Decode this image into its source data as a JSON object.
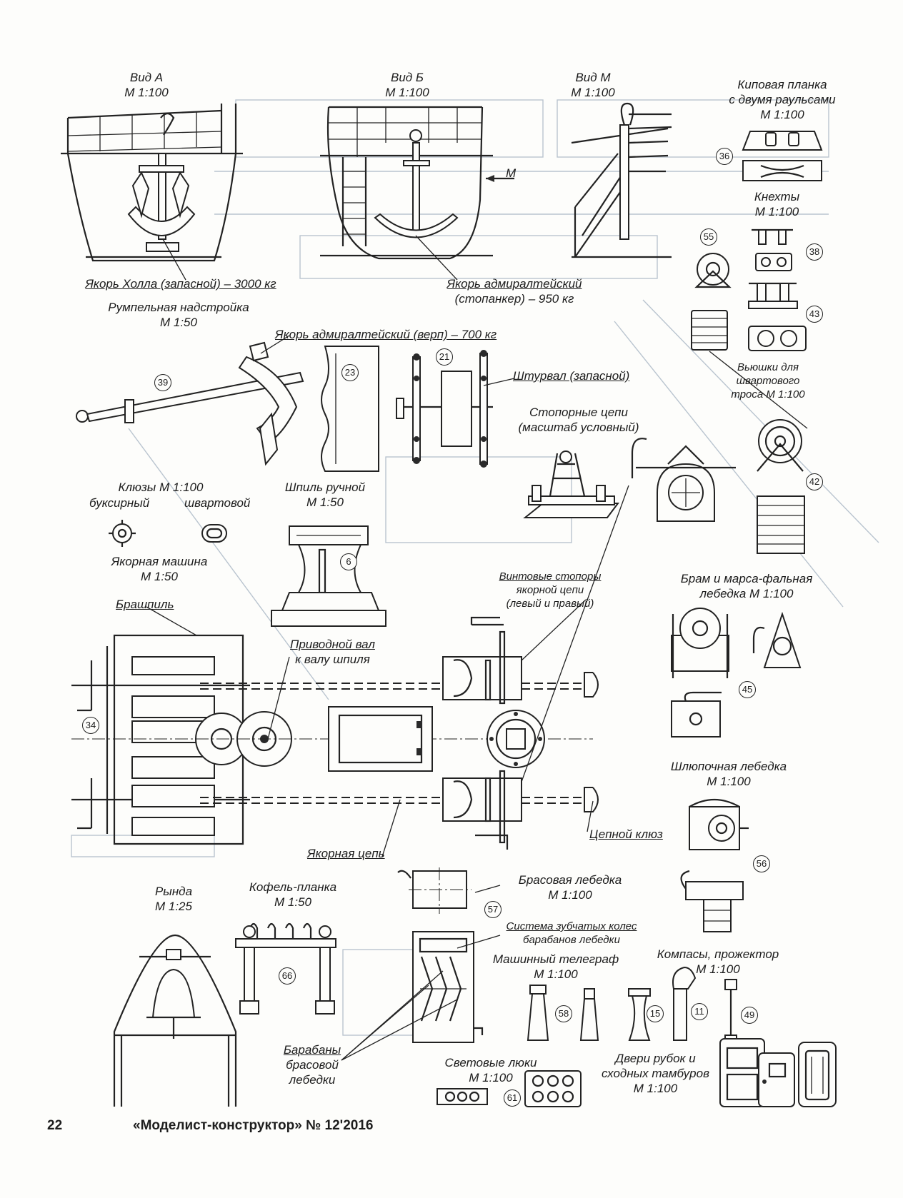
{
  "labels": {
    "view_a": "Вид А",
    "view_a_scale": "М 1:100",
    "view_b": "Вид Б",
    "view_b_scale": "М 1:100",
    "view_m": "Вид М",
    "view_m_scale": "М 1:100",
    "view_m_arrow": "М",
    "kipovaya_1": "Киповая планка",
    "kipovaya_2": "с двумя раульсами",
    "kipovaya_scale": "М 1:100",
    "knekhty": "Кнехты",
    "knekhty_scale": "М 1:100",
    "hall_anchor": "Якорь Холла (запасной) – 3000 кг",
    "admiralty_1": "Якорь адмиралтейский",
    "admiralty_2": "(стопанкер) – 950 кг",
    "rumpel_1": "Румпельная надстройка",
    "rumpel_scale": "М 1:50",
    "verp_anchor": "Якорь адмиралтейский  (верп) – 700 кг",
    "shturval": "Штурвал (запасной)",
    "vyushki_1": "Вьюшки для",
    "vyushki_2": "швартового",
    "vyushki_3": "троса М 1:100",
    "stopor_1": "Стопорные цепи",
    "stopor_2": "(масштаб условный)",
    "klyuzy": "Клюзы М 1:100",
    "buksir": "буксирный",
    "shvart": "швартовой",
    "shpil_1": "Шпиль ручной",
    "shpil_scale": "М 1:50",
    "yakornaya_mash": "Якорная машина",
    "yakornaya_scale": "М 1:50",
    "brashpil": "Брашпиль",
    "privod_1": "Приводной вал",
    "privod_2": "к валу шпиля",
    "vint_1": "Винтовые стопоры",
    "vint_2": "якорной цепи",
    "vint_3": "(левый и правый)",
    "bram_1": "Брам и марса-фальная",
    "bram_2": "лебедка М 1:100",
    "shlyup_1": "Шлюпочная лебедка",
    "shlyup_scale": "М 1:100",
    "tsepnoy": "Цепной клюз",
    "yak_tsep": "Якорная цепь",
    "rynda": "Рында",
    "rynda_scale": "М 1:25",
    "kofel_1": "Кофель-планка",
    "kofel_scale": "М 1:50",
    "bras_1": "Брасовая лебедка",
    "bras_scale": "М 1:100",
    "zub_1": "Система зубчатых колес",
    "zub_2": "барабанов лебедки",
    "telegraf": "Машинный телеграф",
    "telegraf_scale": "М 1:100",
    "kompas": "Компасы, прожектор",
    "kompas_scale": "М 1:100",
    "baraban_1": "Барабаны",
    "baraban_2": "брасовой",
    "baraban_3": "лебедки",
    "svet_1": "Световые люки",
    "svet_scale": "М 1:100",
    "dveri_1": "Двери рубок и",
    "dveri_2": "сходных тамбуров",
    "dveri_scale": "М 1:100"
  },
  "numbers": {
    "n36": "36",
    "n55": "55",
    "n38": "38",
    "n43": "43",
    "n39": "39",
    "n23": "23",
    "n21": "21",
    "n42": "42",
    "n6": "6",
    "n34": "34",
    "n45": "45",
    "n56": "56",
    "n57": "57",
    "n66": "66",
    "n58": "58",
    "n15": "15",
    "n11": "11",
    "n49": "49",
    "n61": "61"
  },
  "footer": {
    "page_number": "22",
    "magazine": "«Моделист-конструктор» № 12'2016"
  }
}
